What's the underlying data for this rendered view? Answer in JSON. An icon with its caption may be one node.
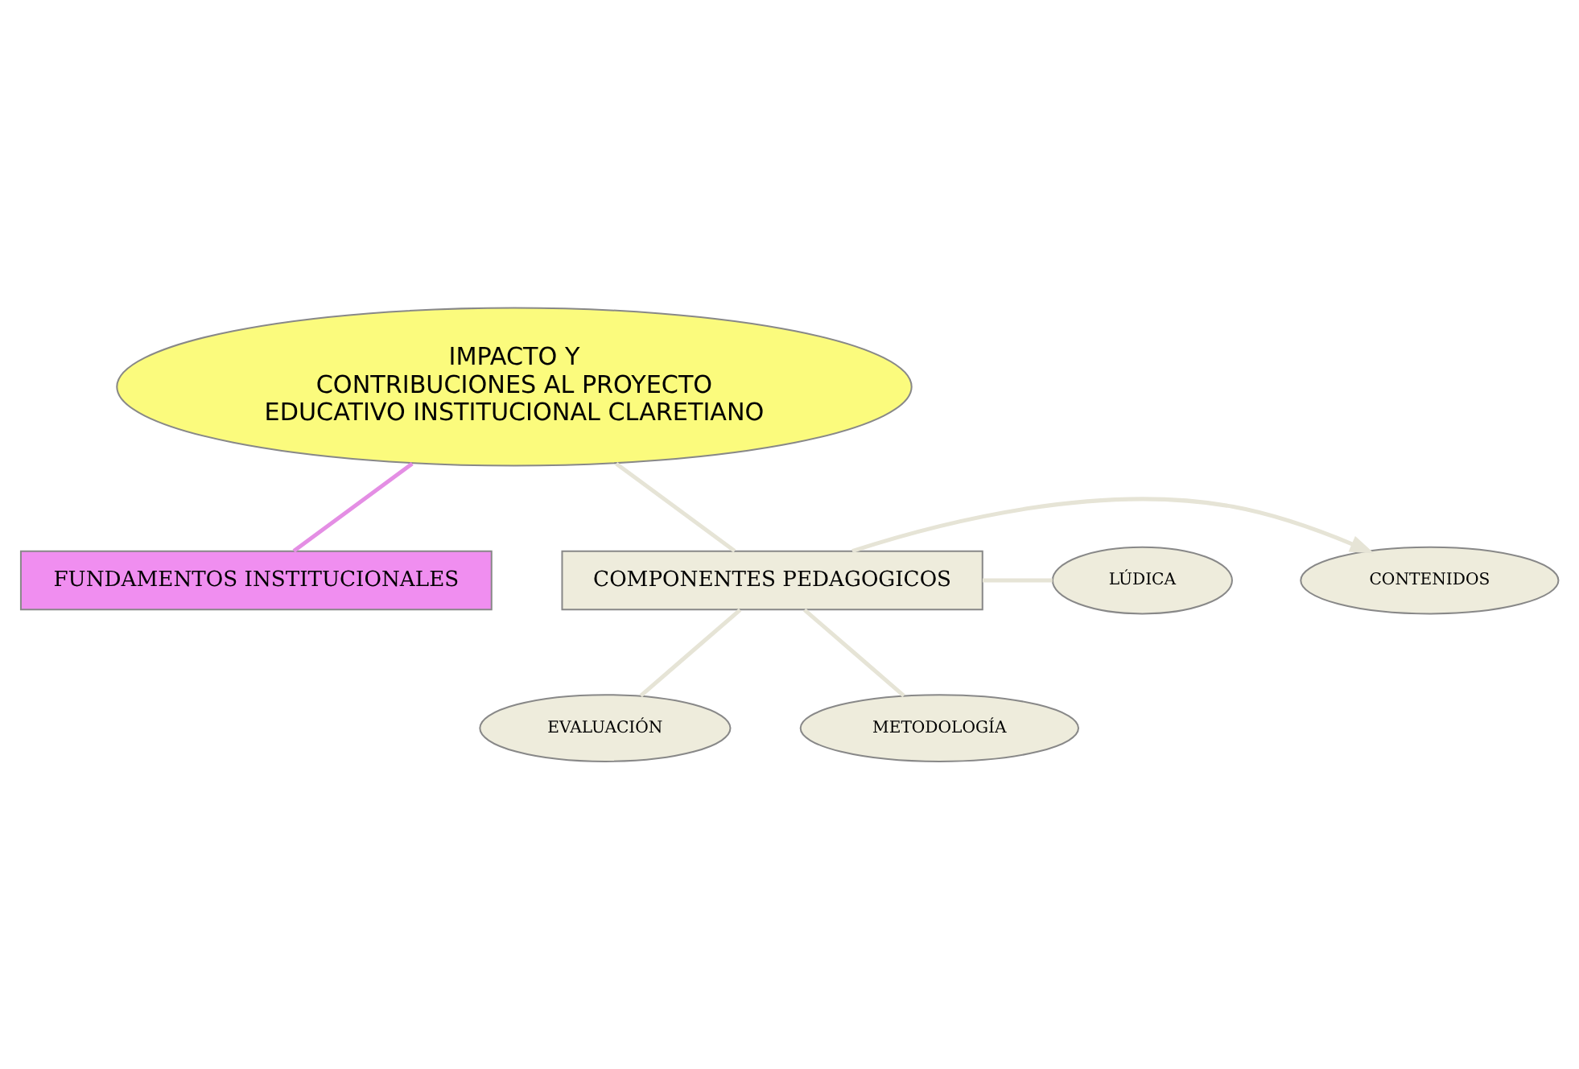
{
  "diagram": {
    "nodes": [
      {
        "text": [
          "FUNDAMENTOS INSTITUCIONALES"
        ]
      },
      {
        "text": [
          "IMPACTO Y CONTRIBUCIONES AL PROYECTO EDUCATIVO INSTITUCIONAL CLARETIANO"
        ]
      },
      {
        "text": [
          "CONTENIDOS"
        ]
      },
      {
        "text": [
          "COMPONENTES PEDAGOGICOS"
        ]
      },
      {
        "text": [
          "LÚDICA"
        ]
      },
      {
        "text": [
          "EVALUACIÓN"
        ]
      },
      {
        "text": [
          "METODOLOGÍA"
        ]
      }
    ],
    "edges": [
      {
        "from": 1,
        "to": 0,
        "arrow": "none",
        "color": "#e48ee4"
      },
      {
        "from": 1,
        "to": 3,
        "arrow": "none"
      },
      {
        "from": 3,
        "to": 2,
        "arrow": "to"
      },
      {
        "from": 3,
        "to": 4,
        "arrow": "none"
      },
      {
        "from": 3,
        "to": 5,
        "arrow": "none"
      },
      {
        "from": 3,
        "to": 6,
        "arrow": "none"
      }
    ]
  }
}
